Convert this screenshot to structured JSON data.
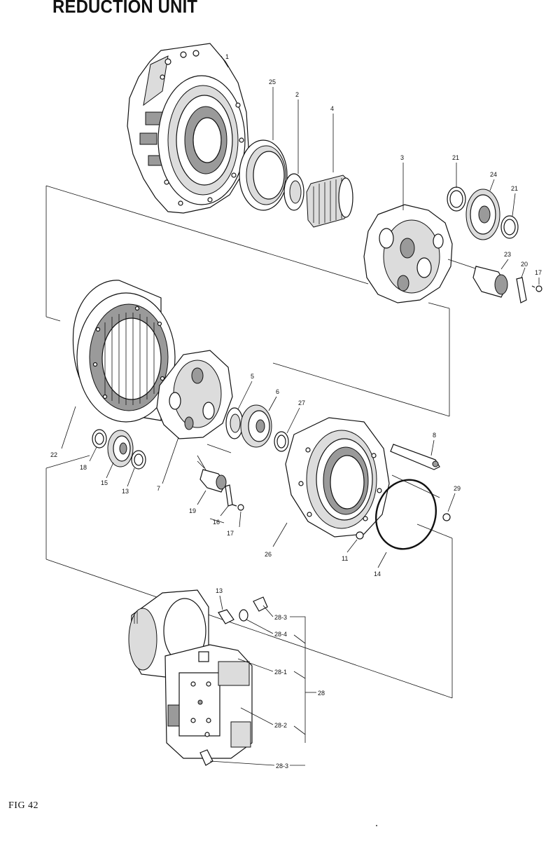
{
  "title": "REDUCTION UNIT",
  "figure_label": "FIG 42",
  "callouts": {
    "c1": "1",
    "c25a": "25",
    "c2": "2",
    "c4": "4",
    "c3": "3",
    "c21a": "21",
    "c24": "24",
    "c21b": "21",
    "c23": "23",
    "c20": "20",
    "c17a": "17",
    "c22": "22",
    "c5": "5",
    "c6": "6",
    "c27": "27",
    "c8": "8",
    "c18": "18",
    "c15": "15",
    "c13a": "13",
    "c7": "7",
    "c19": "19",
    "c16": "16",
    "c17b": "17",
    "c29": "29",
    "c26": "26",
    "c11": "11",
    "c14": "14",
    "c13b": "13",
    "c28_3a": "28-3",
    "c28_4": "28-4",
    "c28_1": "28-1",
    "c28": "28",
    "c28_2": "28-2",
    "c28_3b": "28-3"
  }
}
